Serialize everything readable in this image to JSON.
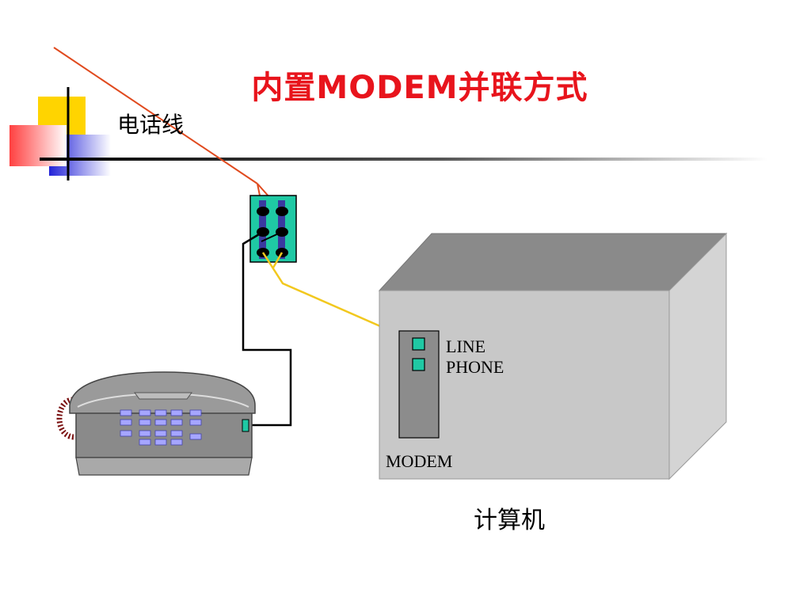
{
  "slide": {
    "title": "内置MODEM并联方式",
    "phone_line_label": "电话线",
    "computer_label": "计算机"
  },
  "modem": {
    "line_port_label": "LINE",
    "phone_port_label": "PHONE",
    "label": "MODEM"
  },
  "colors": {
    "title": "#e8141c",
    "phone_line_wire": "#e04a1e",
    "modem_wire": "#f2c81e",
    "telephone_wire": "#000000",
    "junction_box": "#1fc9a4",
    "ports": "#1fc9a4",
    "computer_front": "#c8c8c8",
    "computer_top": "#8a8a8a",
    "computer_side": "#d4d4d4"
  },
  "icons": {
    "decor": "corner-squares-decor-icon",
    "telephone": "telephone-icon",
    "junction": "junction-box-icon",
    "computer": "computer-case-icon"
  }
}
